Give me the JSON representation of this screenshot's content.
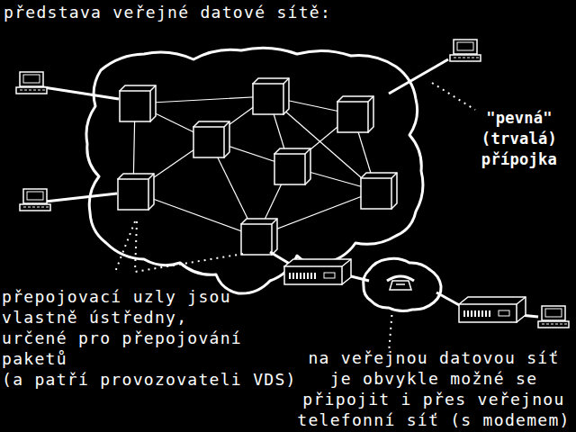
{
  "diagram": {
    "title": "představa veřejné datové sítě:",
    "labels": [
      "\"pevná\" (trvalá) přípojka",
      "přepojovací uzly jsou vlastně ústředny, určené pro přepojování paketů",
      "(a patří provozovateli VDS)",
      "na veřejnou datovou síť je obvykle možné se připojit i přes veřejnou telefonní síť (s modemem)"
    ]
  }
}
